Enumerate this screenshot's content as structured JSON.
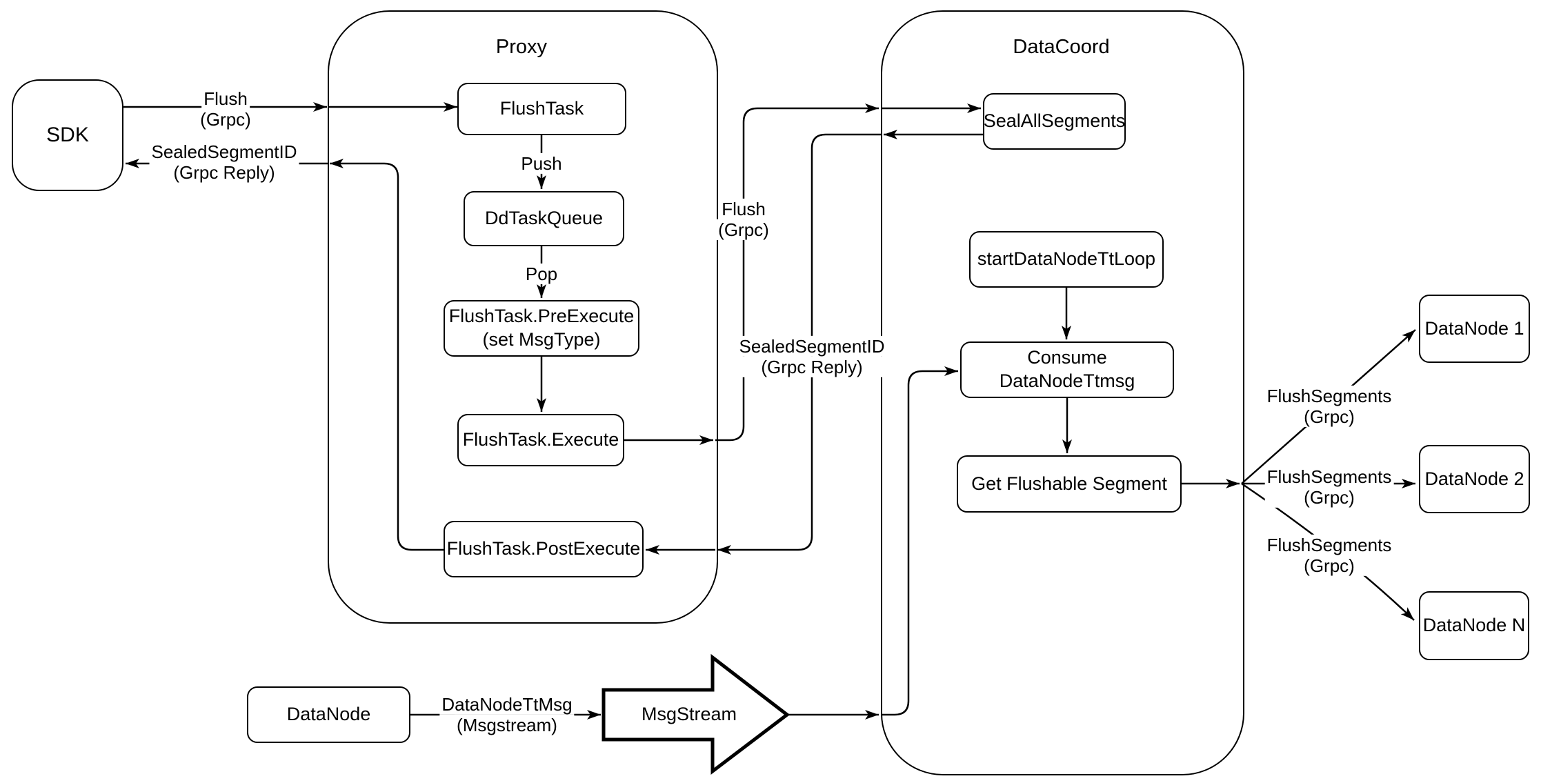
{
  "containers": {
    "proxy": {
      "title": "Proxy"
    },
    "datacoord": {
      "title": "DataCoord"
    }
  },
  "nodes": {
    "sdk": "SDK",
    "flush_task": "FlushTask",
    "dd_task_queue": "DdTaskQueue",
    "flush_task_pre_execute": {
      "line1": "FlushTask.PreExecute",
      "line2": "(set MsgType)"
    },
    "flush_task_execute": "FlushTask.Execute",
    "flush_task_post_execute": "FlushTask.PostExecute",
    "seal_all_segments": "SealAllSegments",
    "start_datanode_tt_loop": "startDataNodeTtLoop",
    "consume_datanode_ttmsg": "Consume DataNodeTtmsg",
    "get_flushable_segment": "Get Flushable Segment",
    "datanode": "DataNode",
    "msgstream": "MsgStream",
    "datanode_1": "DataNode 1",
    "datanode_2": "DataNode 2",
    "datanode_n": "DataNode N"
  },
  "edge_labels": {
    "flush_grpc_sdk": {
      "line1": "Flush",
      "line2": "(Grpc)"
    },
    "sealed_segment_reply_sdk": {
      "line1": "SealedSegmentID",
      "line2": "(Grpc Reply)"
    },
    "push": "Push",
    "pop": "Pop",
    "flush_grpc_datacoord": {
      "line1": "Flush",
      "line2": "(Grpc)"
    },
    "sealed_segment_reply_datacoord": {
      "line1": "SealedSegmentID",
      "line2": "(Grpc Reply)"
    },
    "datanode_ttmsg": {
      "line1": "DataNodeTtMsg",
      "line2": "(Msgstream)"
    },
    "flush_segments_1": {
      "line1": "FlushSegments",
      "line2": "(Grpc)"
    },
    "flush_segments_2": {
      "line1": "FlushSegments",
      "line2": "(Grpc)"
    },
    "flush_segments_3": {
      "line1": "FlushSegments",
      "line2": "(Grpc)"
    }
  },
  "colors": {
    "stroke": "#000000",
    "node_fill": "#ffffff",
    "background": "#ffffff"
  }
}
